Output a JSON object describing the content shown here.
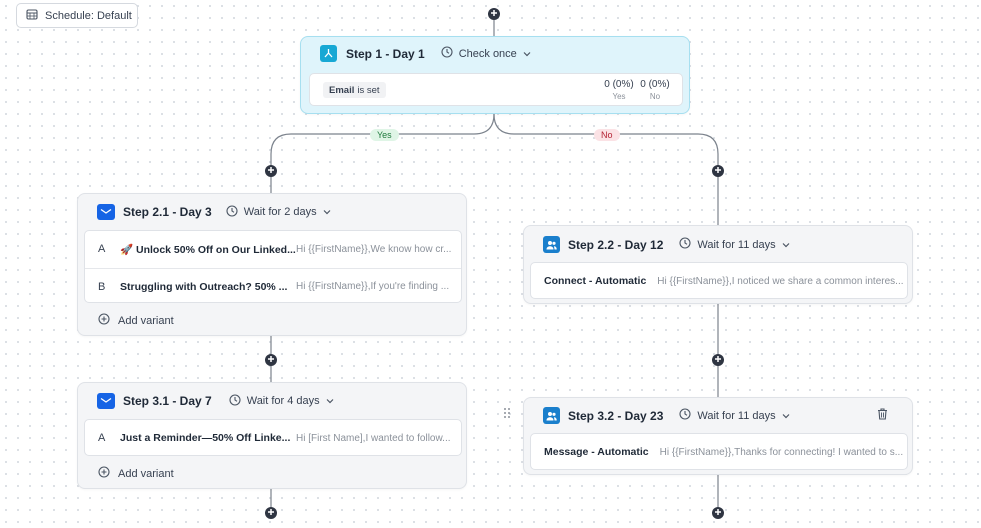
{
  "schedule": {
    "label": "Schedule: Default",
    "icon": "calendar-icon"
  },
  "condition": {
    "title": "Step 1 - Day 1",
    "mode": "Check once",
    "field": "Email",
    "operator": "is set",
    "yes_stat": "0 (0%)",
    "yes_label": "Yes",
    "no_stat": "0 (0%)",
    "no_label": "No"
  },
  "branches": {
    "yes": "Yes",
    "no": "No"
  },
  "steps": {
    "s21": {
      "title": "Step 2.1 - Day 3",
      "wait": "Wait for 2 days",
      "variants": [
        {
          "letter": "A",
          "subject": "🚀 Unlock 50% Off on Our Linked...",
          "preview": "Hi {{FirstName}},We know how cr..."
        },
        {
          "letter": "B",
          "subject": "Struggling with Outreach? 50% ...",
          "preview": "Hi {{FirstName}},If you're finding ..."
        }
      ],
      "add_variant": "Add variant"
    },
    "s31": {
      "title": "Step 3.1 - Day 7",
      "wait": "Wait for 4 days",
      "variants": [
        {
          "letter": "A",
          "subject": "Just a Reminder—50% Off Linke...",
          "preview": "Hi [First Name],I wanted to follow..."
        }
      ],
      "add_variant": "Add variant"
    },
    "s22": {
      "title": "Step 2.2 - Day 12",
      "wait": "Wait for 11 days",
      "action": "Connect - Automatic",
      "preview": "Hi {{FirstName}},I noticed we share a common interes..."
    },
    "s32": {
      "title": "Step 3.2 - Day 23",
      "wait": "Wait for 11 days",
      "action": "Message - Automatic",
      "preview": "Hi {{FirstName}},Thanks for connecting! I wanted to s..."
    }
  },
  "colors": {
    "email_icon": "#1664e5",
    "linkedin_icon": "#1a7fcc",
    "condition_icon": "#17a8d4",
    "condition_bg": "#dff4fb",
    "yes_pill": "#dff5e6",
    "no_pill": "#fbe2e5"
  }
}
